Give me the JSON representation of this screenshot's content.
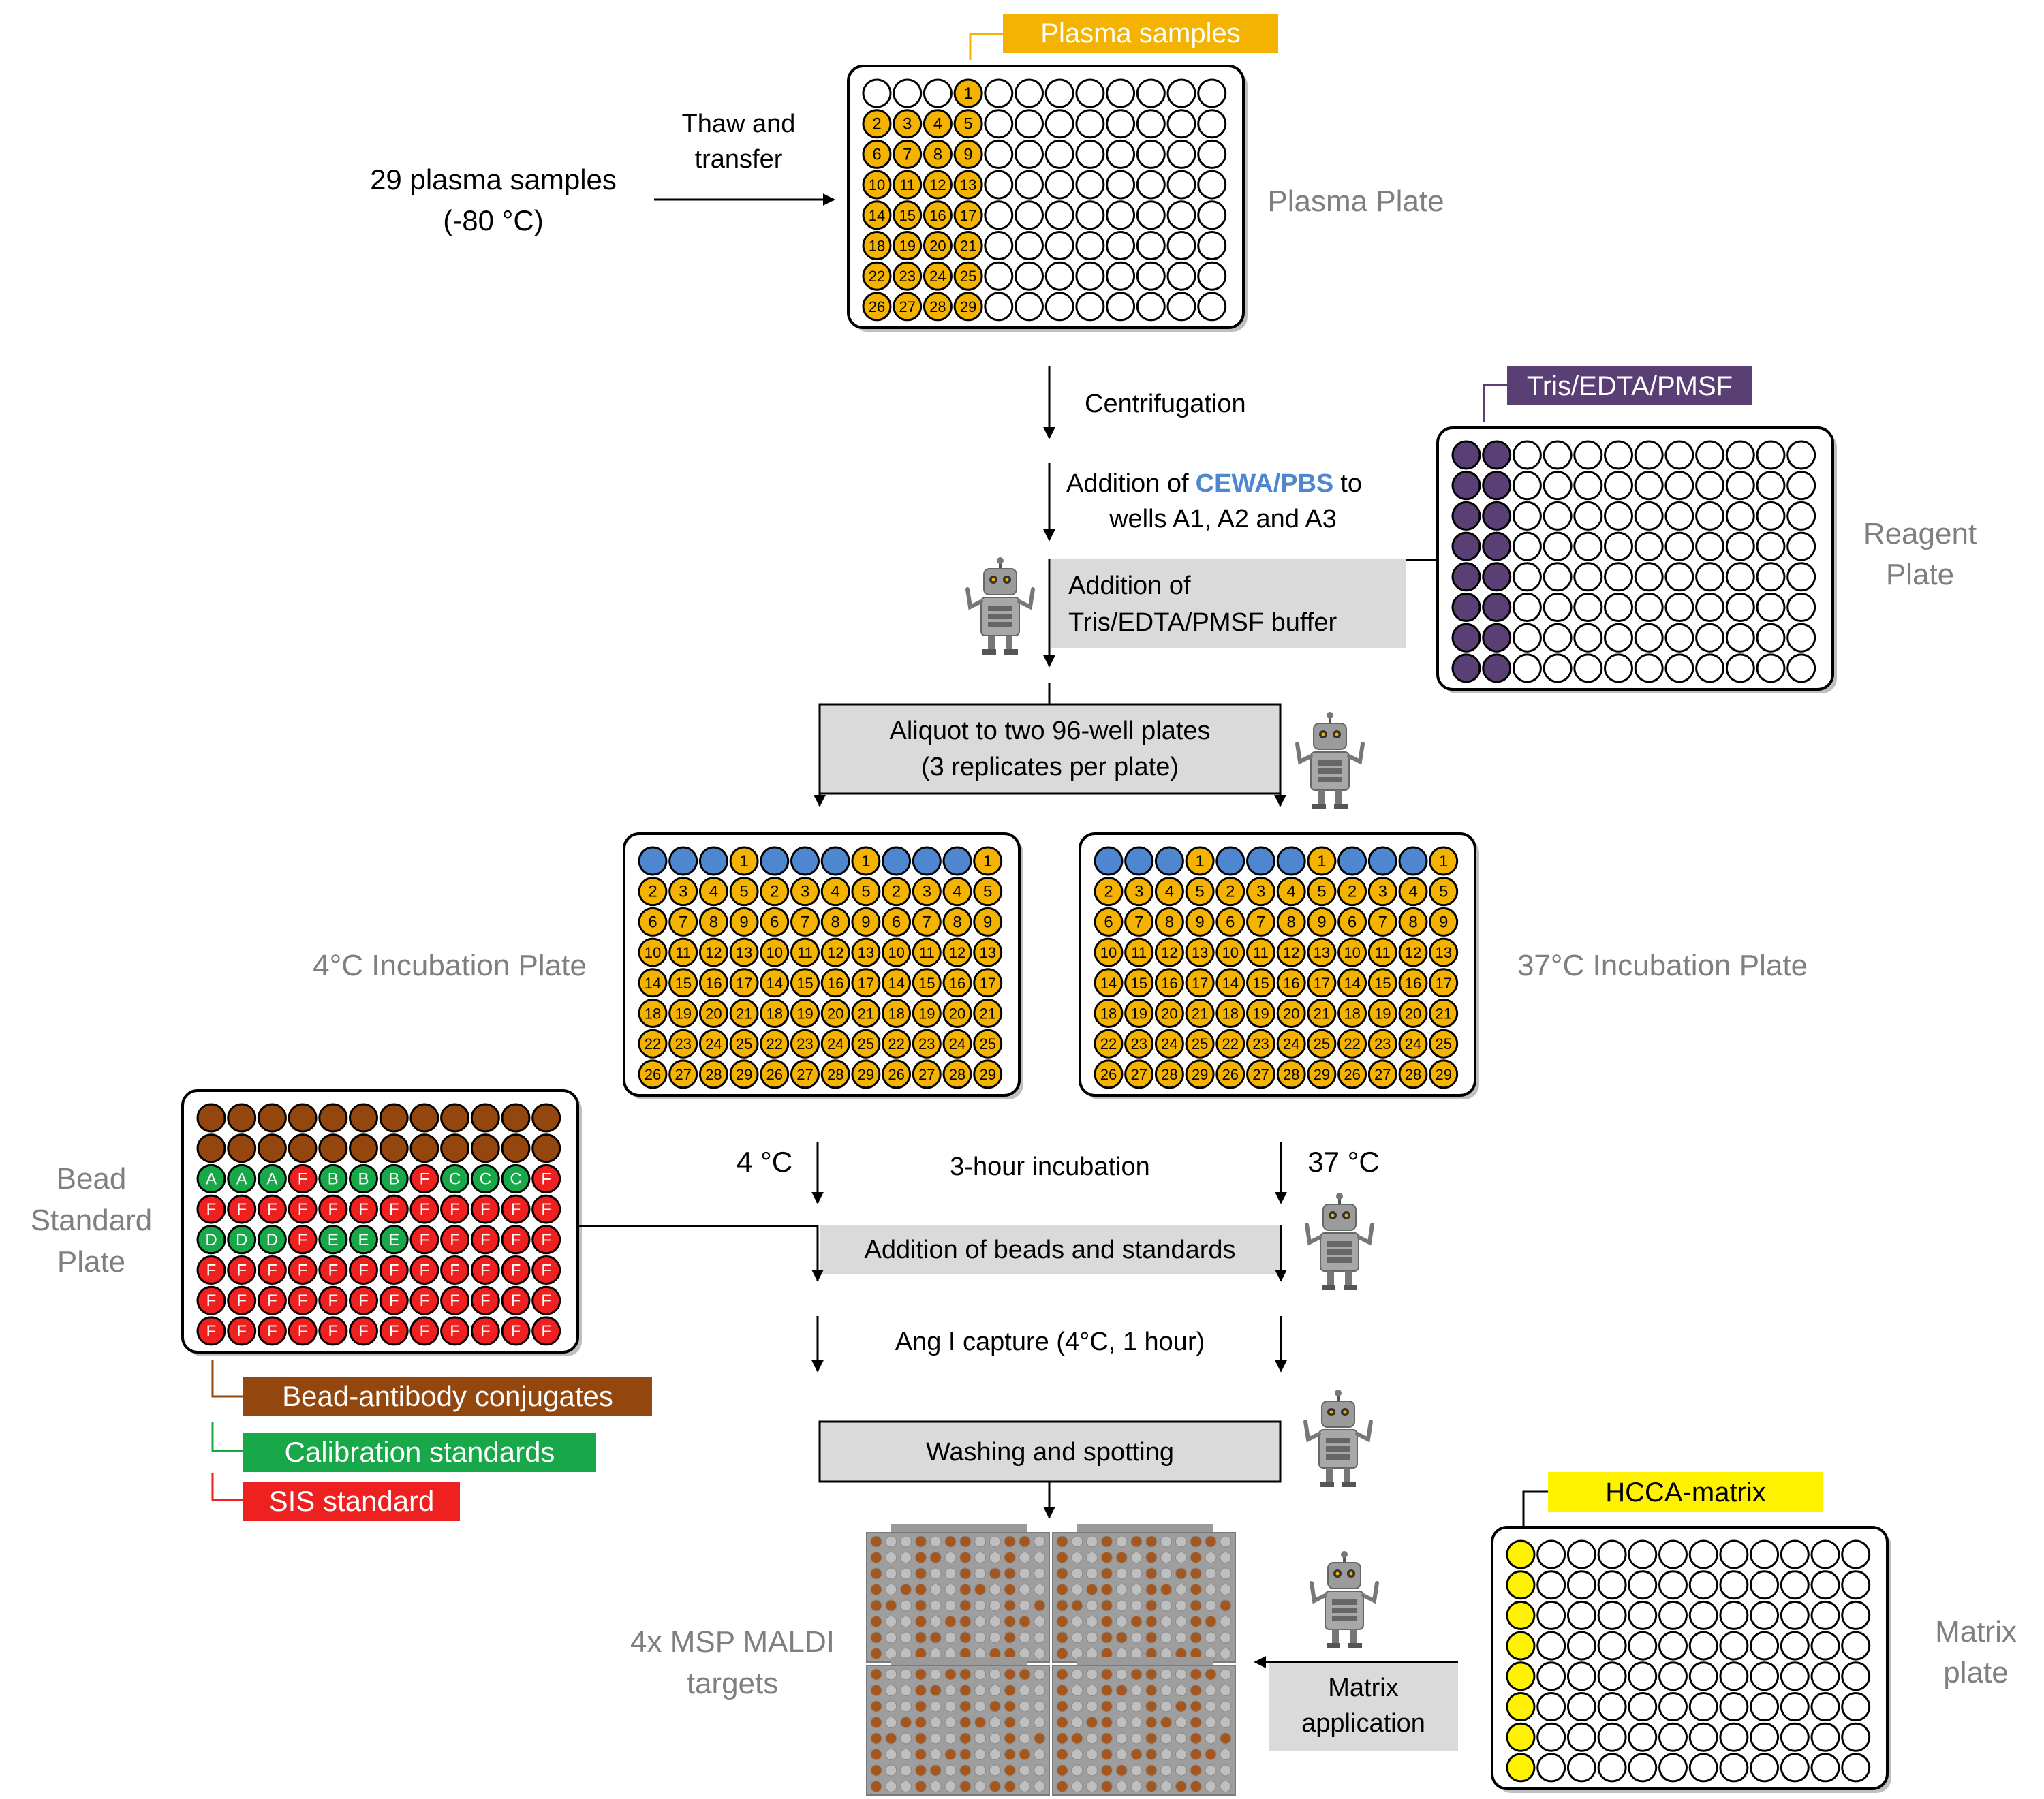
{
  "labels": {
    "plasma_samples_tag": "Plasma samples",
    "plasma_source_line1": "29 plasma samples",
    "plasma_source_line2": "(-80 °C)",
    "thaw_line1": "Thaw and",
    "thaw_line2": "transfer",
    "plasma_plate": "Plasma Plate",
    "centrifugation": "Centrifugation",
    "addition_of": "Addition of",
    "cewa_pbs": "CEWA/PBS",
    "to_word": "to",
    "wells_text": "wells A1, A2 and A3",
    "tris_tag": "Tris/EDTA/PMSF",
    "reagent_plate_line1": "Reagent",
    "reagent_plate_line2": "Plate",
    "tris_step_line1": "Addition of",
    "tris_step_line2": "Tris/EDTA/PMSF buffer",
    "aliquot_line1": "Aliquot to two 96-well plates",
    "aliquot_line2": "(3 replicates per plate)",
    "incubation_4c_plate": "4°C Incubation Plate",
    "incubation_37c_plate": "37°C Incubation Plate",
    "temp_4c": "4 °C",
    "temp_37c": "37 °C",
    "three_hour": "3-hour incubation",
    "beads_step": "Addition of beads and standards",
    "ang_capture": "Ang I capture (4°C, 1 hour)",
    "washing_step": "Washing and spotting",
    "bead_plate_line1": "Bead",
    "bead_plate_line2": "Standard",
    "bead_plate_line3": "Plate",
    "bead_conjugates_tag": "Bead-antibody conjugates",
    "calibration_tag": "Calibration standards",
    "sis_tag": "SIS standard",
    "hcca_tag": "HCCA-matrix",
    "matrix_plate_line1": "Matrix",
    "matrix_plate_line2": "plate",
    "matrix_app_line1": "Matrix",
    "matrix_app_line2": "application",
    "maldi_line1": "4x MSP MALDI",
    "maldi_line2": "targets"
  },
  "plasma_plate_rows": [
    [
      "",
      "",
      "",
      "1"
    ],
    [
      "2",
      "3",
      "4",
      "5"
    ],
    [
      "6",
      "7",
      "8",
      "9"
    ],
    [
      "10",
      "11",
      "12",
      "13"
    ],
    [
      "14",
      "15",
      "16",
      "17"
    ],
    [
      "18",
      "19",
      "20",
      "21"
    ],
    [
      "22",
      "23",
      "24",
      "25"
    ],
    [
      "26",
      "27",
      "28",
      "29"
    ]
  ],
  "bead_plate_rows": [
    [
      "",
      "",
      "",
      "",
      "",
      "",
      "",
      "",
      "",
      "",
      "",
      ""
    ],
    [
      "",
      "",
      "",
      "",
      "",
      "",
      "",
      "",
      "",
      "",
      "",
      ""
    ],
    [
      "A",
      "A",
      "A",
      "F",
      "B",
      "B",
      "B",
      "F",
      "C",
      "C",
      "C",
      "F"
    ],
    [
      "F",
      "F",
      "F",
      "F",
      "F",
      "F",
      "F",
      "F",
      "F",
      "F",
      "F",
      "F"
    ],
    [
      "D",
      "D",
      "D",
      "F",
      "E",
      "E",
      "E",
      "F",
      "F",
      "F",
      "F",
      "F"
    ],
    [
      "F",
      "F",
      "F",
      "F",
      "F",
      "F",
      "F",
      "F",
      "F",
      "F",
      "F",
      "F"
    ],
    [
      "F",
      "F",
      "F",
      "F",
      "F",
      "F",
      "F",
      "F",
      "F",
      "F",
      "F",
      "F"
    ],
    [
      "F",
      "F",
      "F",
      "F",
      "F",
      "F",
      "F",
      "F",
      "F",
      "F",
      "F",
      "F"
    ]
  ],
  "colors": {
    "plasma": "#F5B301",
    "reagent": "#5A3F74",
    "cewa": "#4E87CF",
    "bead": "#93470F",
    "calibration": "#18A84A",
    "sis": "#EE2020",
    "hcca": "#FFF200",
    "step_box": "#DADADA",
    "gray_text": "#7F7F7F",
    "maldi_dot": "#A5561C"
  }
}
